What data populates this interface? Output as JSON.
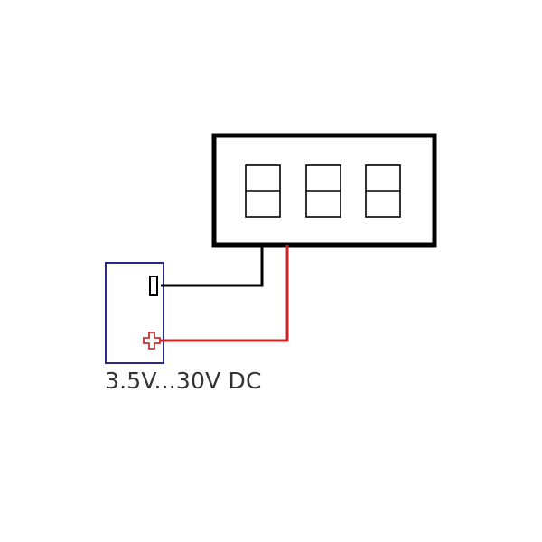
{
  "diagram": {
    "supply_label": "3.5V...30V DC",
    "display_digits": 3,
    "colors": {
      "display_frame": "#000000",
      "supply_box": "#2b2b8a",
      "negative_wire": "#000000",
      "positive_wire": "#d42020",
      "negative_terminal": "#000000",
      "positive_terminal": "#c83232"
    },
    "connections": [
      {
        "from": "supply-negative-terminal",
        "to": "display-negative-lead"
      },
      {
        "from": "supply-positive-terminal",
        "to": "display-positive-lead"
      }
    ]
  }
}
